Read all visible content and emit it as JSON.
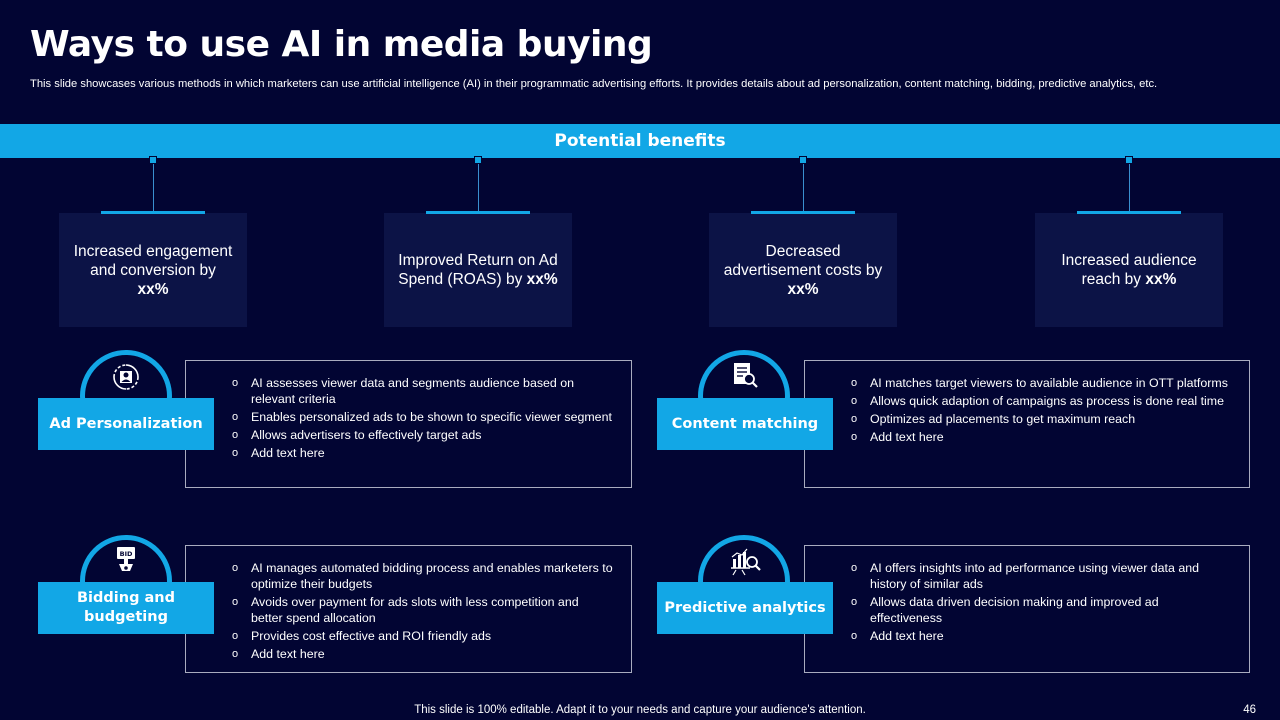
{
  "header": {
    "title": "Ways to use AI in media buying",
    "subtitle": "This slide showcases various methods in which marketers can use artificial intelligence (AI) in their programmatic advertising efforts. It provides details about ad personalization, content matching, bidding, predictive analytics, etc."
  },
  "banner": {
    "label": "Potential benefits"
  },
  "benefits": [
    {
      "text": "Increased engagement and conversion by",
      "bold": "xx%"
    },
    {
      "text": "Improved Return on Ad Spend (ROAS) by",
      "bold": "xx%"
    },
    {
      "text": "Decreased advertisement costs by",
      "bold": "xx%"
    },
    {
      "text": "Increased audience reach by",
      "bold": "xx%"
    }
  ],
  "features": [
    {
      "label": "Ad Personalization",
      "icon": "user-target-icon",
      "bullets": [
        "AI assesses viewer data and segments audience based on relevant criteria",
        "Enables personalized ads to be shown to specific viewer segment",
        "Allows advertisers to effectively target ads",
        "Add text here"
      ]
    },
    {
      "label": "Content matching",
      "icon": "document-search-icon",
      "bullets": [
        "AI matches target viewers to available audience in OTT platforms",
        "Allows quick adaption of campaigns as process is done real time",
        "Optimizes ad placements to get maximum reach",
        "Add text here"
      ]
    },
    {
      "label": "Bidding and budgeting",
      "icon": "bid-paddle-icon",
      "icon_text": "BID",
      "bullets": [
        "AI manages automated bidding process and enables marketers to optimize their budgets",
        "Avoids over payment for ads slots with less competition and better spend allocation",
        "Provides cost effective and ROI friendly ads",
        "Add text here"
      ]
    },
    {
      "label": "Predictive analytics",
      "icon": "analytics-search-icon",
      "bullets": [
        "AI offers insights into ad performance using viewer data and history of similar ads",
        "Allows data driven decision making and improved ad effectiveness",
        "Add text here"
      ]
    }
  ],
  "footer": {
    "note": "This slide is 100% editable. Adapt it to your needs and capture your audience's attention.",
    "page_number": "46"
  },
  "colors": {
    "background": "#020533",
    "accent": "#12a7e6",
    "card": "#0c1346",
    "border": "#a9acbf"
  }
}
